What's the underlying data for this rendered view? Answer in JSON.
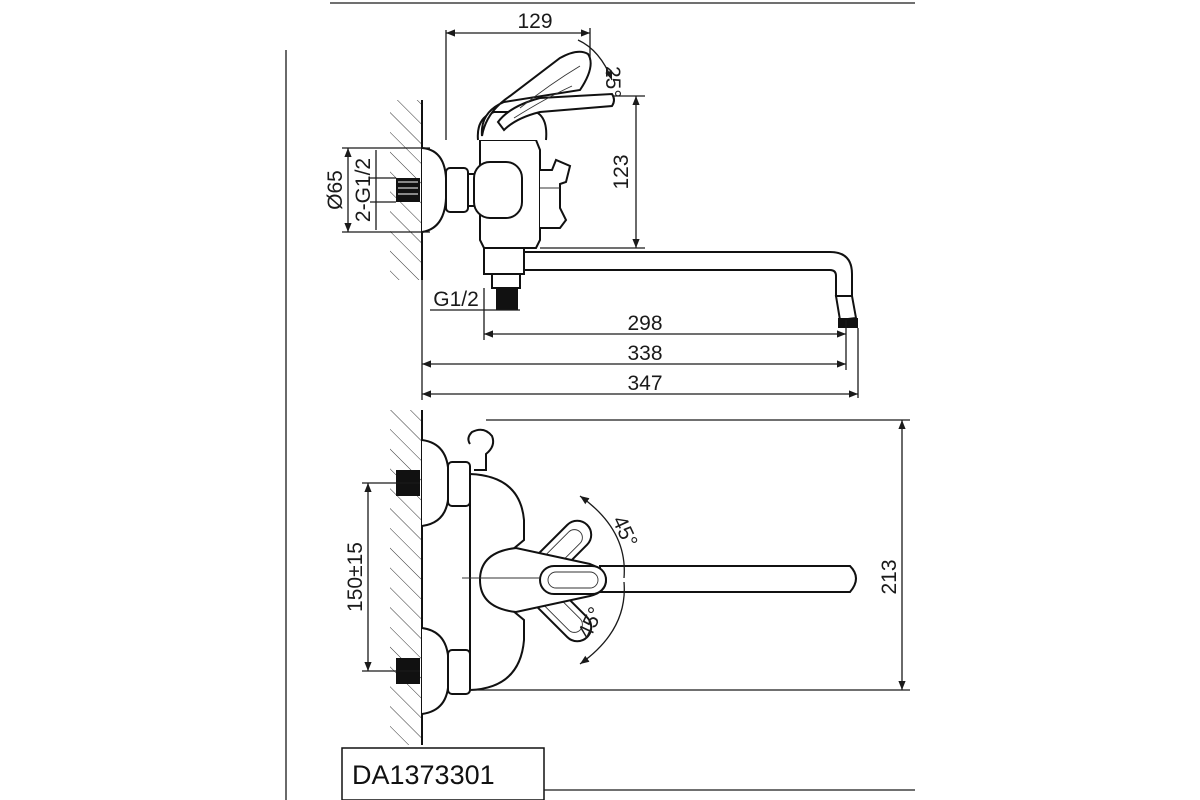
{
  "product_code": "DA1373301",
  "side_view": {
    "dims": {
      "handle_length": "129",
      "handle_angle": "25°",
      "height": "123",
      "flange_diameter": "Ø65",
      "inlet_thread": "2-G1/2",
      "outlet_thread": "G1/2",
      "spout_reach": "298",
      "spout_reach_wall": "338",
      "total_length": "347"
    }
  },
  "top_view": {
    "dims": {
      "inlet_spacing": "150±15",
      "total_width": "213",
      "angle_upper": "45°",
      "angle_lower": "45°"
    }
  }
}
